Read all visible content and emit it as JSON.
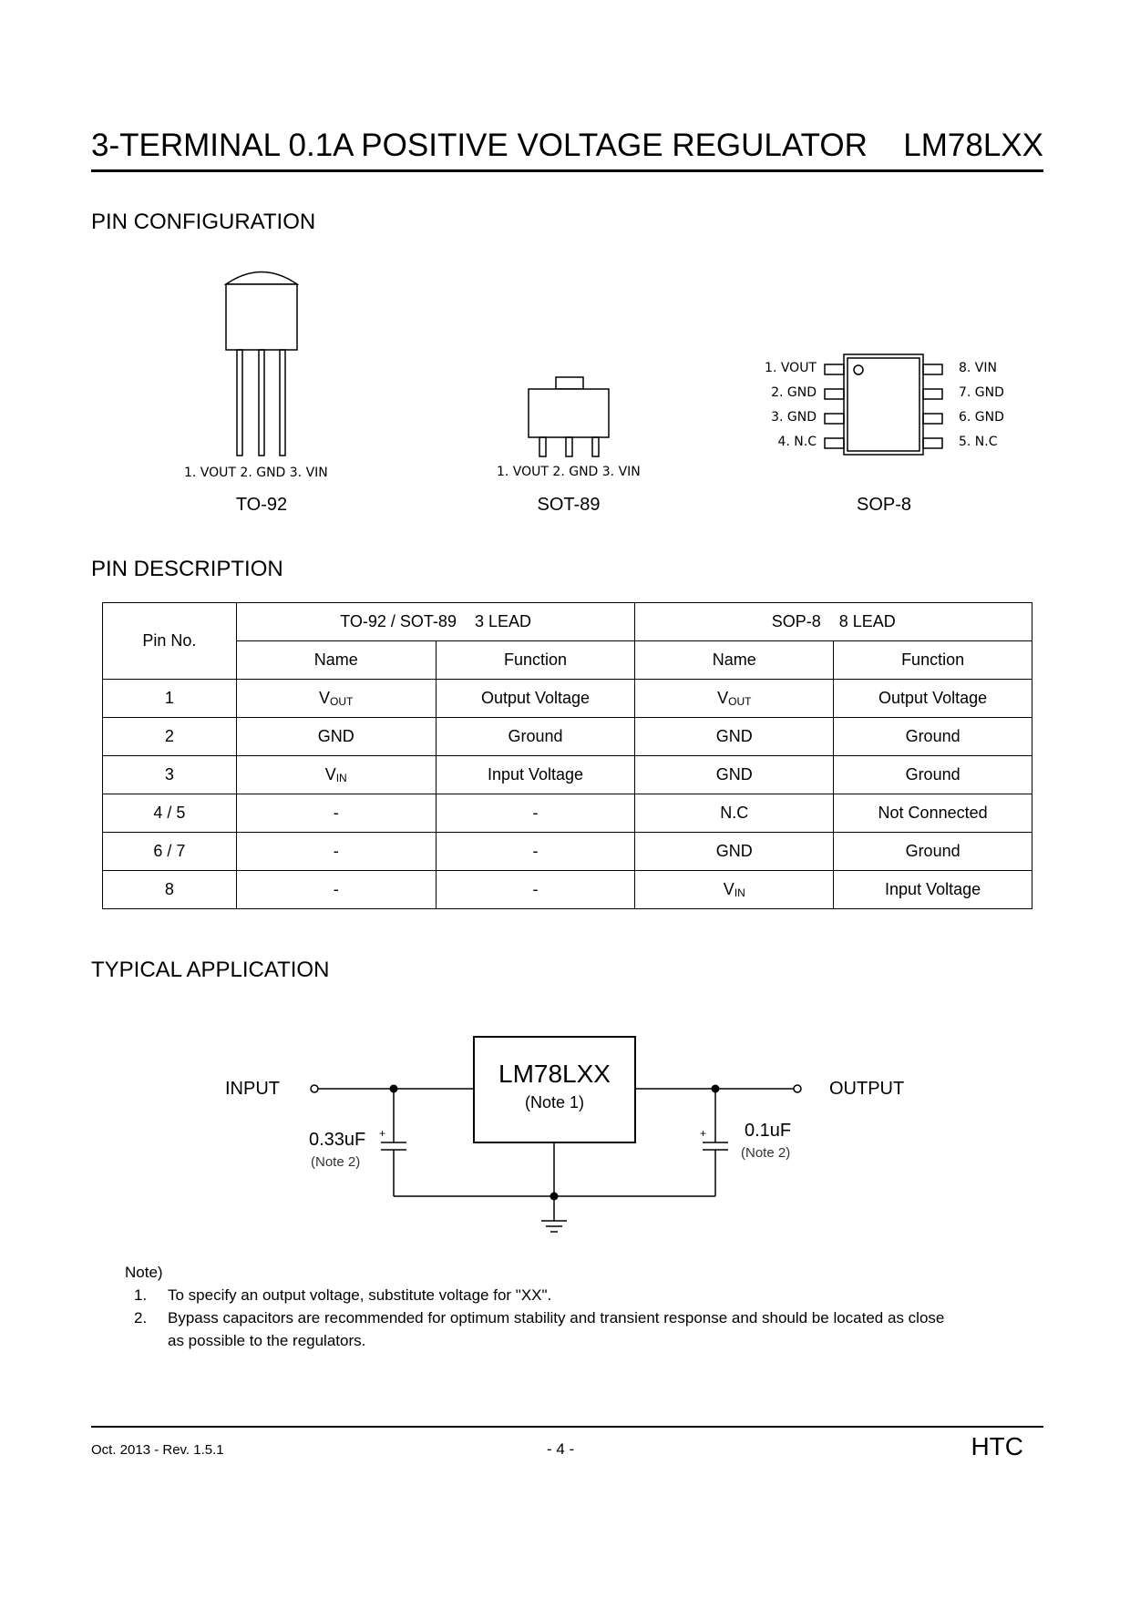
{
  "header": {
    "title": "3-TERMINAL 0.1A POSITIVE VOLTAGE REGULATOR",
    "part": "LM78LXX"
  },
  "sections": {
    "pin_config": "PIN CONFIGURATION",
    "pin_desc": "PIN DESCRIPTION",
    "typical_app": "TYPICAL APPLICATION"
  },
  "packages": {
    "to92": {
      "name": "TO-92",
      "pins": "1. VOUT 2. GND 3. VIN"
    },
    "sot89": {
      "name": "SOT-89",
      "pins": "1. VOUT 2. GND 3. VIN"
    },
    "sop8": {
      "name": "SOP-8",
      "left_pins": [
        "1. VOUT",
        "2. GND",
        "3. GND",
        "4. N.C"
      ],
      "right_pins": [
        "8. VIN",
        "7. GND",
        "6. GND",
        "5. N.C"
      ]
    }
  },
  "table": {
    "pin_no": "Pin No.",
    "group_3lead": "TO-92 / SOT-89    3 LEAD",
    "group_8lead": "SOP-8    8 LEAD",
    "col_name": "Name",
    "col_function": "Function",
    "rows": [
      {
        "pin": "1",
        "n3": "V",
        "n3sub": "OUT",
        "f3": "Output Voltage",
        "n8": "V",
        "n8sub": "OUT",
        "f8": "Output Voltage"
      },
      {
        "pin": "2",
        "n3": "GND",
        "n3sub": "",
        "f3": "Ground",
        "n8": "GND",
        "n8sub": "",
        "f8": "Ground"
      },
      {
        "pin": "3",
        "n3": "V",
        "n3sub": "IN",
        "f3": "Input Voltage",
        "n8": "GND",
        "n8sub": "",
        "f8": "Ground"
      },
      {
        "pin": "4 / 5",
        "n3": "-",
        "n3sub": "",
        "f3": "-",
        "n8": "N.C",
        "n8sub": "",
        "f8": "Not Connected"
      },
      {
        "pin": "6 / 7",
        "n3": "-",
        "n3sub": "",
        "f3": "-",
        "n8": "GND",
        "n8sub": "",
        "f8": "Ground"
      },
      {
        "pin": "8",
        "n3": "-",
        "n3sub": "",
        "f3": "-",
        "n8": "V",
        "n8sub": "IN",
        "f8": "Input Voltage"
      }
    ]
  },
  "circuit": {
    "input": "INPUT",
    "output": "OUTPUT",
    "ic_name": "LM78LXX",
    "ic_note": "(Note 1)",
    "cap_in": "0.33uF",
    "cap_in_note": "(Note 2)",
    "cap_out": "0.1uF",
    "cap_out_note": "(Note 2)",
    "plus": "+"
  },
  "notes": {
    "heading": "Note)",
    "items": [
      {
        "num": "1.",
        "text": "To specify an output voltage, substitute voltage for \"XX\"."
      },
      {
        "num": "2.",
        "text": "Bypass capacitors are recommended for optimum stability and transient response and should be located as close",
        "text2": "as possible to the regulators."
      }
    ]
  },
  "footer": {
    "date": "Oct. 2013 - Rev. 1.5.1",
    "page": "- 4 -",
    "brand": "HTC"
  }
}
